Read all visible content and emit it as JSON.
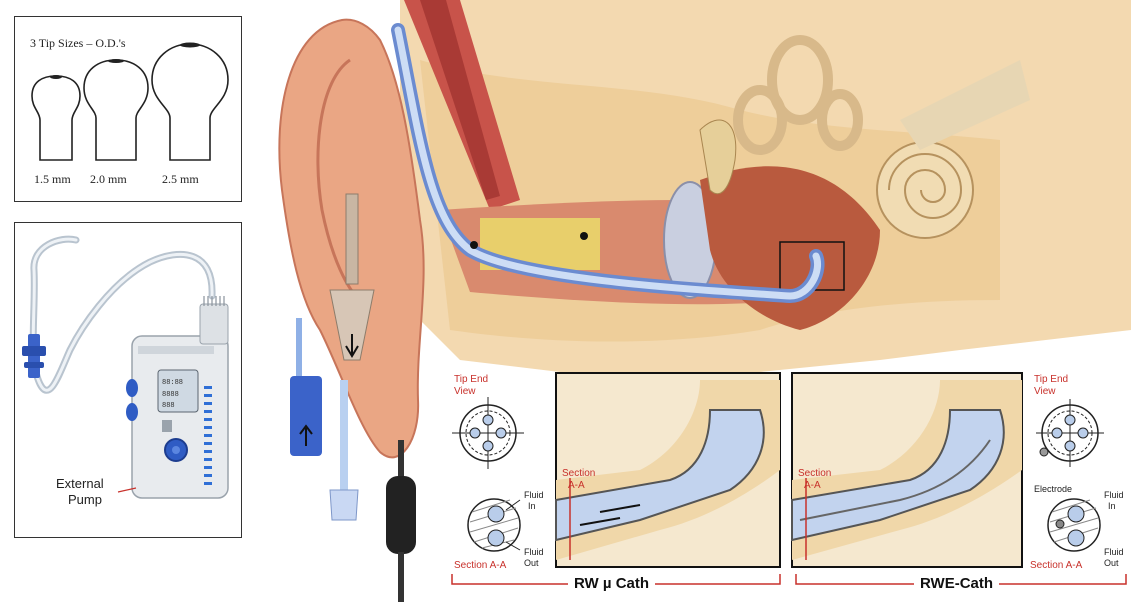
{
  "tip_sizes": {
    "title": "3 Tip Sizes – O.D.'s",
    "sizes": [
      "1.5 mm",
      "2.0 mm",
      "2.5 mm"
    ]
  },
  "pump": {
    "label_line1": "External",
    "label_line2": "Pump"
  },
  "rw_cath": {
    "caption": "RW µ Cath",
    "tip_end_view_line1": "Tip End",
    "tip_end_view_line2": "View",
    "section_line1": "Section",
    "section_line2": "A-A",
    "section_bottom": "Section A-A",
    "fluid_in_line1": "Fluid",
    "fluid_in_line2": "In",
    "fluid_out_line1": "Fluid",
    "fluid_out_line2": "Out"
  },
  "rwe_cath": {
    "caption": "RWE-Cath",
    "tip_end_view_line1": "Tip End",
    "tip_end_view_line2": "View",
    "section_line1": "Section",
    "section_line2": "A-A",
    "section_bottom": "Section A-A",
    "electrode": "Electrode",
    "fluid_in_line1": "Fluid",
    "fluid_in_line2": "In",
    "fluid_out_line1": "Fluid",
    "fluid_out_line2": "Out"
  },
  "colors": {
    "catheter_blue": "#8fb0e6",
    "connector_blue": "#3b63c9",
    "skin": "#e9a78a",
    "bone": "#f0c98a",
    "label_red": "#c8312b"
  }
}
